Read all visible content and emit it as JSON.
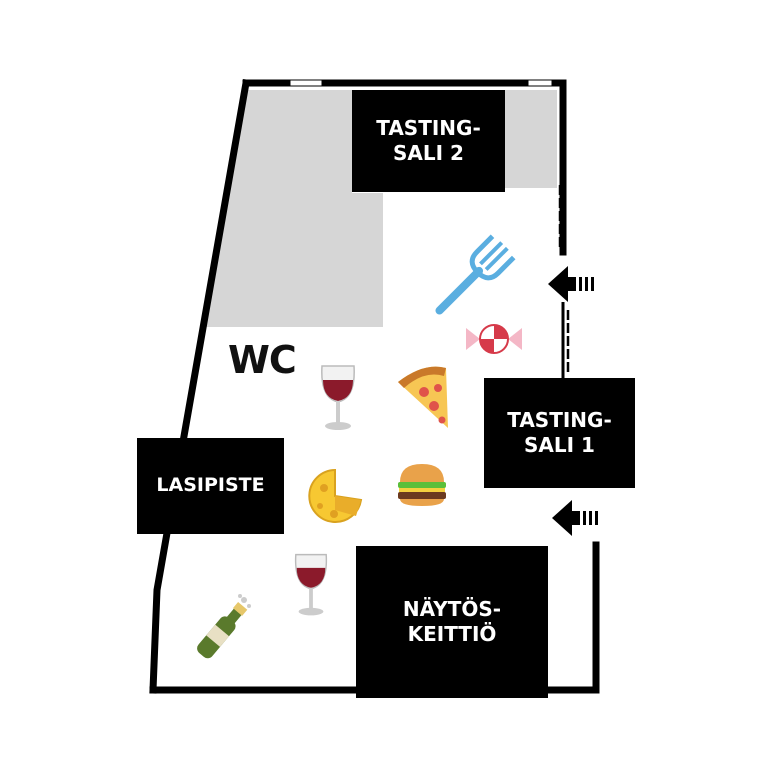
{
  "rooms": {
    "tasting_sali_2": "TASTING-\nSALI 2",
    "tasting_sali_1": "TASTING-\nSALI 1",
    "lasipiste": "LASIPISTE",
    "naytoskeittio": "NÄYTÖS-\nKEITTIÖ"
  },
  "labels": {
    "wc": "WC"
  },
  "icons": [
    "fork-icon",
    "candy-icon",
    "wine-glass-icon",
    "pizza-slice-icon",
    "cheese-icon",
    "burger-icon",
    "wine-glass-icon",
    "champagne-bottle-icon",
    "entrance-arrow-icon",
    "entrance-arrow-icon"
  ],
  "colors": {
    "wall": "#000000",
    "room_box": "#000000",
    "room_text": "#ffffff",
    "shaded_area": "#d6d6d6",
    "fork": "#5aaee0",
    "wine": "#8b1a2b",
    "pizza": "#f4a640",
    "cheese": "#f7c832",
    "bottle": "#5a7a2c"
  }
}
